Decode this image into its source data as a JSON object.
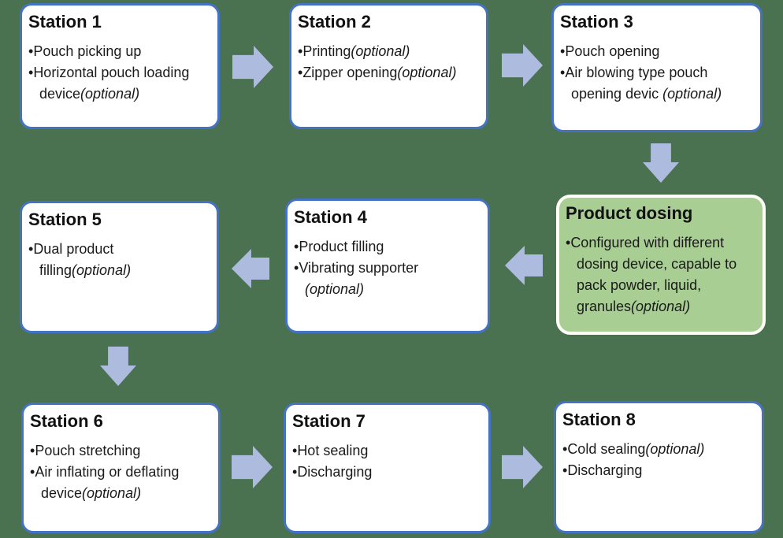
{
  "theme": {
    "bg": "#4a7251",
    "box_border": "#4472c4",
    "box_fill": "#ffffff",
    "highlight_fill": "#a8ce94",
    "highlight_border": "#fffef8",
    "arrow": "#adbbdf",
    "text": "#1a1a1a"
  },
  "diagram": {
    "type": "process-flowchart",
    "optional_marker": "(optional)",
    "arrows": [
      {
        "icon": "arrow-right-icon",
        "from": "station-1",
        "to": "station-2"
      },
      {
        "icon": "arrow-right-icon",
        "from": "station-2",
        "to": "station-3"
      },
      {
        "icon": "arrow-down-icon",
        "from": "station-3",
        "to": "product-dosing"
      },
      {
        "icon": "arrow-left-icon",
        "from": "product-dosing",
        "to": "station-4"
      },
      {
        "icon": "arrow-left-icon",
        "from": "station-4",
        "to": "station-5"
      },
      {
        "icon": "arrow-down-icon",
        "from": "station-5",
        "to": "station-6"
      },
      {
        "icon": "arrow-right-icon",
        "from": "station-6",
        "to": "station-7"
      },
      {
        "icon": "arrow-right-icon",
        "from": "station-7",
        "to": "station-8"
      }
    ]
  },
  "boxes": [
    {
      "id": "station-1",
      "title": "Station 1",
      "highlighted": false,
      "bullets": [
        "Pouch picking up",
        "Horizontal pouch loading\ndevice(optional)"
      ]
    },
    {
      "id": "station-2",
      "title": "Station 2",
      "highlighted": false,
      "bullets": [
        "Printing(optional)",
        "Zipper opening(optional)"
      ]
    },
    {
      "id": "station-3",
      "title": "Station 3",
      "highlighted": false,
      "bullets": [
        "Pouch opening",
        "Air blowing type pouch\nopening devic (optional)"
      ]
    },
    {
      "id": "product-dosing",
      "title": "Product dosing",
      "highlighted": true,
      "bullets": [
        "Configured with different\ndosing device, capable to\npack powder, liquid,\ngranules(optional)"
      ]
    },
    {
      "id": "station-4",
      "title": "Station 4",
      "highlighted": false,
      "bullets": [
        "Product filling",
        "Vibrating supporter\n(optional)"
      ]
    },
    {
      "id": "station-5",
      "title": "Station 5",
      "highlighted": false,
      "bullets": [
        "Dual product\nfilling(optional)"
      ]
    },
    {
      "id": "station-6",
      "title": "Station 6",
      "highlighted": false,
      "bullets": [
        "Pouch stretching",
        "Air inflating or deflating\ndevice(optional)"
      ]
    },
    {
      "id": "station-7",
      "title": "Station 7",
      "highlighted": false,
      "bullets": [
        "Hot sealing",
        "Discharging"
      ]
    },
    {
      "id": "station-8",
      "title": "Station 8",
      "highlighted": false,
      "bullets": [
        "Cold sealing(optional)",
        "Discharging"
      ]
    }
  ]
}
